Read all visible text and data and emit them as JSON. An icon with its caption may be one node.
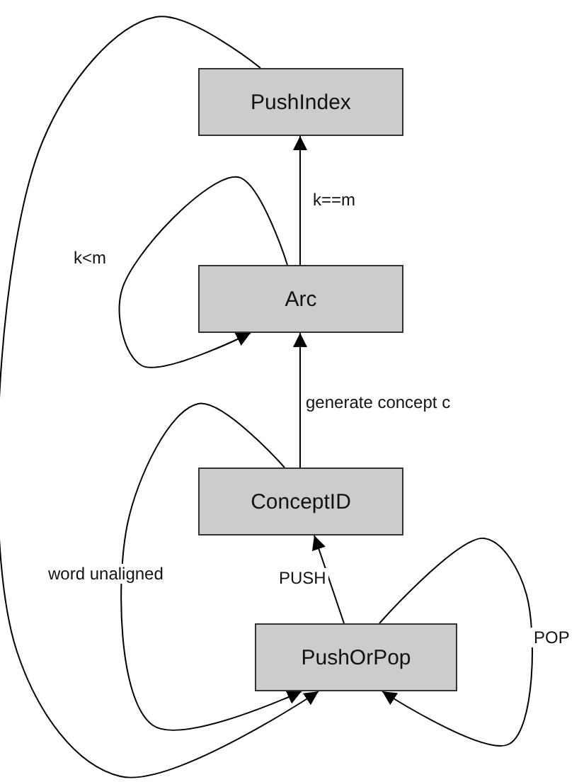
{
  "diagram": {
    "nodes": [
      {
        "text": [
          "PushIndex"
        ]
      },
      {
        "text": [
          "Arc"
        ]
      },
      {
        "text": [
          "ConceptID"
        ]
      },
      {
        "text": [
          "PushOrPop"
        ]
      }
    ],
    "edges": [
      {
        "from": 1,
        "to": 0,
        "arrow": "to",
        "label": "k==m"
      },
      {
        "from": 1,
        "to": 1,
        "arrow": "to",
        "label": "k<m"
      },
      {
        "from": 2,
        "to": 1,
        "arrow": "to",
        "label": "generate concept c"
      },
      {
        "from": 3,
        "to": 2,
        "arrow": "to",
        "label": "PUSH"
      },
      {
        "from": 2,
        "to": 3,
        "arrow": "to",
        "label": "word unaligned"
      },
      {
        "from": 0,
        "to": 3,
        "arrow": "to"
      },
      {
        "from": 3,
        "to": 3,
        "arrow": "to",
        "label": "POP"
      }
    ]
  }
}
